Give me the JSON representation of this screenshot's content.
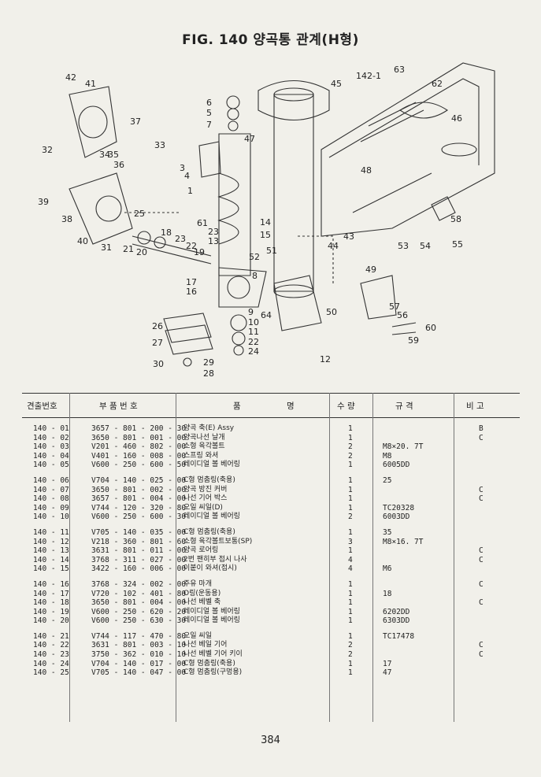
{
  "title": "FIG. 140 양곡통 관계(H형)",
  "callouts": [
    "42",
    "41",
    "37",
    "33",
    "32",
    "39",
    "38",
    "40",
    "31",
    "21",
    "20",
    "18",
    "23",
    "22",
    "19",
    "25",
    "34",
    "35",
    "36",
    "6",
    "5",
    "7",
    "3",
    "4",
    "1",
    "47",
    "61",
    "23",
    "13",
    "14",
    "15",
    "51",
    "52",
    "17",
    "16",
    "8",
    "64",
    "9",
    "10",
    "11",
    "22",
    "24",
    "26",
    "27",
    "29",
    "28",
    "30",
    "12",
    "45",
    "142-1",
    "63",
    "62",
    "46",
    "48",
    "43",
    "44",
    "50",
    "58",
    "53",
    "54",
    "55",
    "49",
    "57",
    "56",
    "60",
    "59"
  ],
  "table": {
    "headers": [
      "견출번호",
      "부 품 번 호",
      "품",
      "명",
      "수 량",
      "규 격",
      "비 고"
    ],
    "groups": [
      [
        {
          "no": "140 - 01",
          "part": "3657 - 801 - 200 - 30",
          "name": "양곡 축(E) Assy",
          "qty": "1",
          "spec": "",
          "note": "B"
        },
        {
          "no": "140 - 02",
          "part": "3650 - 801 - 001 - 00",
          "name": "양곡나선 날개",
          "qty": "1",
          "spec": "",
          "note": "C"
        },
        {
          "no": "140 - 03",
          "part": "V201 - 460 - 802 - 00",
          "name": "소형 육각볼트",
          "qty": "2",
          "spec": "M8×20. 7T",
          "note": ""
        },
        {
          "no": "140 - 04",
          "part": "V401 - 160 - 008 - 00",
          "name": "스프링 와셔",
          "qty": "2",
          "spec": "M8",
          "note": ""
        },
        {
          "no": "140 - 05",
          "part": "V600 - 250 - 600 - 50",
          "name": "레이디얼 볼 베어링",
          "qty": "1",
          "spec": "6005DD",
          "note": ""
        }
      ],
      [
        {
          "no": "140 - 06",
          "part": "V704 - 140 - 025 - 00",
          "name": "C형 멈춤링(축용)",
          "qty": "1",
          "spec": "25",
          "note": ""
        },
        {
          "no": "140 - 07",
          "part": "3650 - 801 - 002 - 00",
          "name": "양곡 방진 커버",
          "qty": "1",
          "spec": "",
          "note": "C"
        },
        {
          "no": "140 - 08",
          "part": "3657 - 801 - 004 - 00",
          "name": "나선 기어 박스",
          "qty": "1",
          "spec": "",
          "note": "C"
        },
        {
          "no": "140 - 09",
          "part": "V744 - 120 - 320 - 80",
          "name": "오일 씨일(D)",
          "qty": "1",
          "spec": "TC20328",
          "note": ""
        },
        {
          "no": "140 - 10",
          "part": "V600 - 250 - 600 - 30",
          "name": "레이디얼 볼 베어링",
          "qty": "2",
          "spec": "6003DD",
          "note": ""
        }
      ],
      [
        {
          "no": "140 - 11",
          "part": "V705 - 140 - 035 - 00",
          "name": "C형 멈춤링(축용)",
          "qty": "1",
          "spec": "35",
          "note": ""
        },
        {
          "no": "140 - 12",
          "part": "V218 - 360 - 801 - 60",
          "name": "소형 육각볼트보통(SP)",
          "qty": "3",
          "spec": "M8×16. 7T",
          "note": ""
        },
        {
          "no": "140 - 13",
          "part": "3631 - 801 - 011 - 00",
          "name": "양곡 로어링",
          "qty": "1",
          "spec": "",
          "note": "C"
        },
        {
          "no": "140 - 14",
          "part": "3768 - 311 - 027 - 00",
          "name": "2번 팬히부 접시 나사",
          "qty": "4",
          "spec": "",
          "note": "C"
        },
        {
          "no": "140 - 15",
          "part": "3422 - 160 - 006 - 00",
          "name": "이붙이 와셔(접시)",
          "qty": "4",
          "spec": "M6",
          "note": ""
        }
      ],
      [
        {
          "no": "140 - 16",
          "part": "3768 - 324 - 002 - 00",
          "name": "주유 마개",
          "qty": "1",
          "spec": "",
          "note": "C"
        },
        {
          "no": "140 - 17",
          "part": "V720 - 102 - 401 - 80",
          "name": "O링(운동용)",
          "qty": "1",
          "spec": "18",
          "note": ""
        },
        {
          "no": "140 - 18",
          "part": "3650 - 801 - 004 - 00",
          "name": "나선 베벨 축",
          "qty": "1",
          "spec": "",
          "note": "C"
        },
        {
          "no": "140 - 19",
          "part": "V600 - 250 - 620 - 20",
          "name": "레이디얼 볼 베어링",
          "qty": "1",
          "spec": "6202DD",
          "note": ""
        },
        {
          "no": "140 - 20",
          "part": "V600 - 250 - 630 - 30",
          "name": "레이디얼 볼 베어링",
          "qty": "1",
          "spec": "6303DD",
          "note": ""
        }
      ],
      [
        {
          "no": "140 - 21",
          "part": "V744 - 117 - 470 - 80",
          "name": "오일 씨일",
          "qty": "1",
          "spec": "TC17478",
          "note": ""
        },
        {
          "no": "140 - 22",
          "part": "3631 - 801 - 003 - 10",
          "name": "나선 베일 기어",
          "qty": "2",
          "spec": "",
          "note": "C"
        },
        {
          "no": "140 - 23",
          "part": "3750 - 362 - 010 - 10",
          "name": "나선 베벨 기어 키이",
          "qty": "2",
          "spec": "",
          "note": "C"
        },
        {
          "no": "140 - 24",
          "part": "V704 - 140 - 017 - 00",
          "name": "C형 멈춤링(축용)",
          "qty": "1",
          "spec": "17",
          "note": ""
        },
        {
          "no": "140 - 25",
          "part": "V705 - 140 - 047 - 00",
          "name": "C형 멈춤링(구멍용)",
          "qty": "1",
          "spec": "47",
          "note": ""
        }
      ]
    ]
  },
  "page_number": "384"
}
